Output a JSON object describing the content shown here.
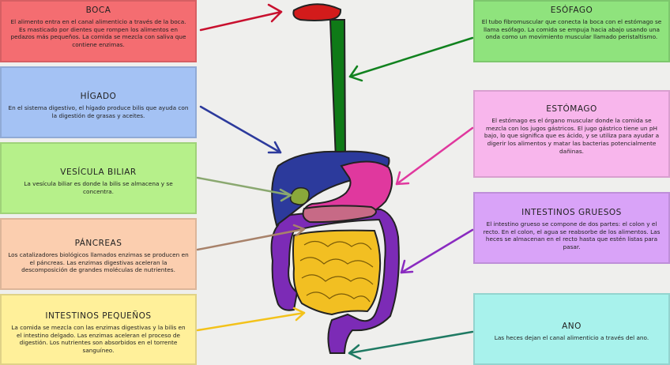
{
  "organs": [
    {
      "key": "boca",
      "title": "BOCA",
      "desc": "El alimento entra en el canal alimenticio a través de la boca. Es masticado por dientes que rompen los alimentos en pedazos más pequeños. La comida se mezcla con saliva que contiene enzimas.",
      "color": "#f46d71"
    },
    {
      "key": "higado",
      "title": "HÍGADO",
      "desc": "En el sistema digestivo, el hígado produce bilis que ayuda con la digestión de grasas y aceites.",
      "color": "#a4c2f4"
    },
    {
      "key": "vesicula",
      "title": "VESÍCULA BILIAR",
      "desc": "La vesícula biliar es donde la bilis se almacena y se concentra.",
      "color": "#b6f08a"
    },
    {
      "key": "pancreas",
      "title": "PÁNCREAS",
      "desc": "Los catalizadores biológicos llamados enzimas se producen en el páncreas. Las enzimas digestivas aceleran la descomposición de grandes moléculas de nutrientes.",
      "color": "#fbceaf"
    },
    {
      "key": "intestinos_pequenos",
      "title": "INTESTINOS PEQUEÑOS",
      "desc": "La comida se mezcla con las enzimas digestivas y la bilis en el intestino delgado. Las enzimas aceleran el proceso de digestión. Los nutrientes son absorbidos en el torrente sanguíneo.",
      "color": "#fff09a"
    },
    {
      "key": "esofago",
      "title": "ESÓFAGO",
      "desc": "El tubo fibromuscular que conecta la boca con el estómago se llama esófago. La comida se empuja hacia abajo usando una onda como un movimiento muscular llamado peristaltismo.",
      "color": "#8fe37d"
    },
    {
      "key": "estomago",
      "title": "ESTÓMAGO",
      "desc": "El estómago es el órgano muscular donde la comida se mezcla con los jugos gástricos. El jugo gástrico tiene un pH bajo, lo que significa que es ácido, y se utiliza para ayudar a digerir los alimentos y matar las bacterias potencialmente dañinas.",
      "color": "#f8b6ec"
    },
    {
      "key": "intestinos_gruesos",
      "title": "INTESTINOS GRUESOS",
      "desc": "El intestino grueso se compone de dos partes: el colon y el recto. En el colon, el agua se reabsorbe de los alimentos. Las heces se almacenan en el recto hasta que estén listas para pasar.",
      "color": "#d9a3f8"
    },
    {
      "key": "ano",
      "title": "ANO",
      "desc": "Las heces dejan el canal alimenticio a través del ano.",
      "color": "#a8f2ec"
    }
  ],
  "colors": {
    "background": "#efefed",
    "mouth": "#d31b1b",
    "esophagus": "#0f7a17",
    "liver": "#2c3a9c",
    "stomach": "#e0389e",
    "gallbladder": "#8aa83a",
    "pancreas": "#c76a86",
    "small_intestine": "#f2bf22",
    "large_intestine": "#7c2bb6",
    "arrow_boca": "#c8102e",
    "arrow_higado": "#2c3a9c",
    "arrow_vesicula": "#8aa870",
    "arrow_pancreas": "#a8826a",
    "arrow_intestinos": "#f3c21a",
    "arrow_esofago": "#11821f",
    "arrow_estomago": "#e0389e",
    "arrow_gruesos": "#8a2bc0",
    "arrow_ano": "#1f7a63"
  }
}
